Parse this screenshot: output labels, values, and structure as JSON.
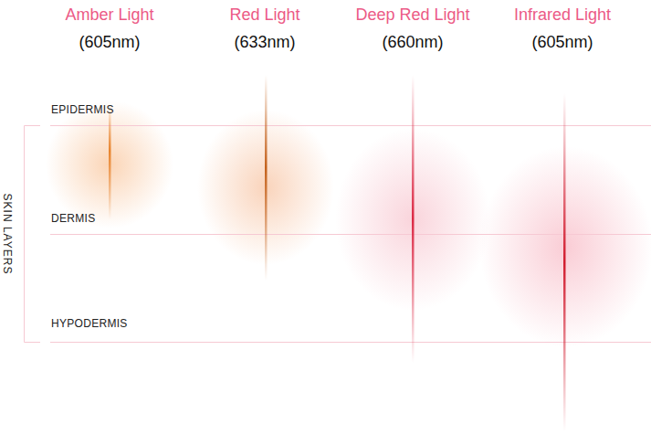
{
  "diagram": {
    "labels": [
      "Amber Light",
      "(605nm)",
      "Red Light",
      "(633nm)",
      "Deep Red Light",
      "(660nm)",
      "Infrared Light",
      "(605nm)",
      "EPIDERMIS",
      "DERMIS",
      "HYPODERMIS",
      "SKIN LAYERS"
    ]
  }
}
